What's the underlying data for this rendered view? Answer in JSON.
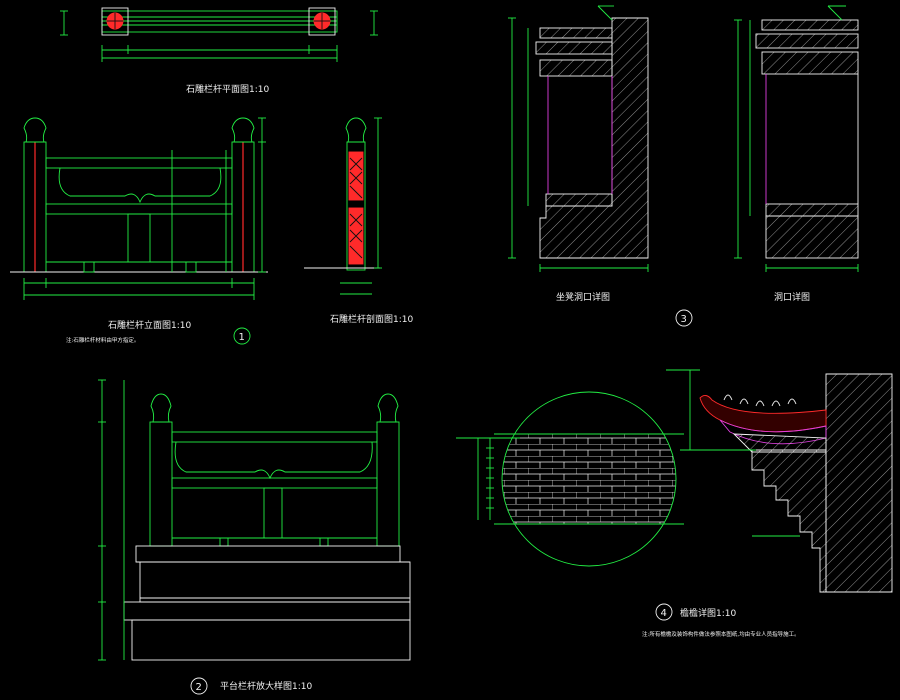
{
  "drawings": {
    "top_plan": {
      "title": "石雕栏杆平面图1:10"
    },
    "front_elevation": {
      "title": "石雕栏杆立面图1:10",
      "note": "注:石雕栏杆材料由甲方指定。"
    },
    "section": {
      "title": "石雕栏杆剖面图1:10"
    },
    "detail_3_left": {
      "title": "坐凳洞口详图"
    },
    "detail_3_right": {
      "title": "洞口详图"
    },
    "detail_2": {
      "title": "平台栏杆放大样图1:10"
    },
    "detail_4": {
      "title": "檐檐详图1:10",
      "note": "注:所有檐檐及装饰构件做法参照本图纸,均由专业人员指导施工。"
    }
  },
  "circled_numbers": [
    "1",
    "2",
    "3",
    "4"
  ],
  "colors": {
    "background": "#000000",
    "line_green": "#22ee44",
    "line_white": "#f2f2f2",
    "line_red": "#ff2a2a",
    "line_magenta": "#e040e0",
    "hatch": "#cfcfcf"
  }
}
